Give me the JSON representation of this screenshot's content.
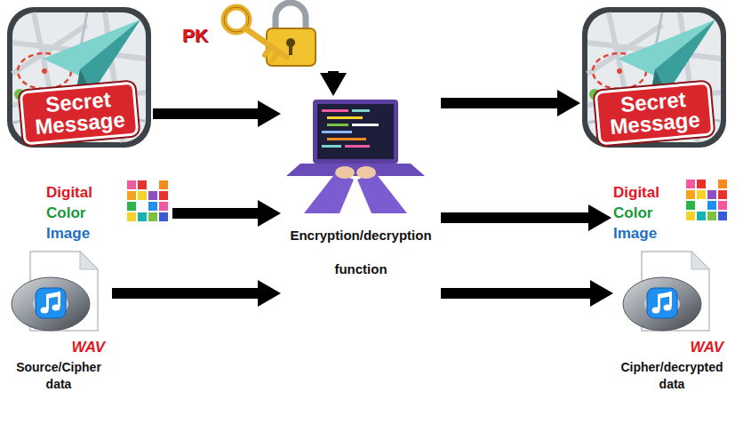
{
  "diagram": {
    "nodes": [
      {
        "text": [
          "Secret Message"
        ]
      },
      {
        "text": [
          "Digital",
          "Color",
          "Image"
        ]
      },
      {
        "text": [
          "WAV",
          "Source/Cipher data"
        ]
      },
      {
        "text": [
          "PK"
        ]
      },
      {
        "text": [
          "Encryption/decryption function"
        ]
      },
      {
        "text": [
          "Secret Message"
        ]
      },
      {
        "text": [
          "Digital",
          "Color",
          "Image"
        ]
      },
      {
        "text": [
          "WAV",
          "Cipher/decrypted data"
        ]
      }
    ],
    "edges": [
      {
        "from": 0,
        "to": 4,
        "arrow": "to"
      },
      {
        "from": 1,
        "to": 4,
        "arrow": "to"
      },
      {
        "from": 2,
        "to": 4,
        "arrow": "to"
      },
      {
        "from": 3,
        "to": 4,
        "arrow": "to"
      },
      {
        "from": 4,
        "to": 5,
        "arrow": "to"
      },
      {
        "from": 4,
        "to": 6,
        "arrow": "to"
      },
      {
        "from": 4,
        "to": 7,
        "arrow": "to"
      }
    ]
  }
}
